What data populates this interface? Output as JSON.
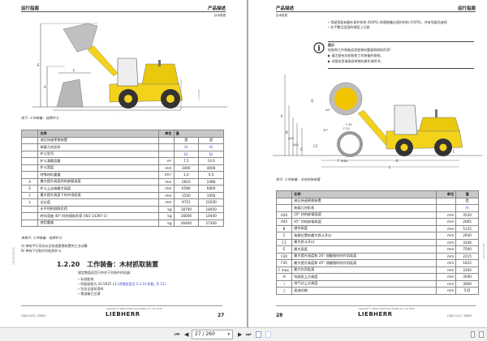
{
  "viewer": {
    "toolbar": {
      "first_page": "first-page",
      "prev_page": "prev-page",
      "page_field": "27 / 260",
      "next_page": "next-page",
      "last_page": "last-page",
      "current_page": 27,
      "total_pages": 260
    }
  },
  "left_page": {
    "header_left": "运行指南",
    "header_right": "产品描述",
    "subheader": "技术数据",
    "figure_labels": [
      "E",
      "A",
      "F",
      "L"
    ],
    "figure_caption": "图 5: 工作装备：轻质铲斗",
    "table": {
      "headers": [
        "",
        "名称",
        "单位",
        "值",
        ""
      ],
      "rows": [
        {
          "code": "",
          "name": "液压快速更换装置",
          "unit": "",
          "v1": "是",
          "v2": "是"
        },
        {
          "code": "",
          "name": "装载几何形状",
          "unit": "",
          "v1": "A)",
          "v2": "A)"
        },
        {
          "code": "",
          "name": "铲斗型号",
          "unit": "",
          "v1": "B)",
          "v2": "B)"
        },
        {
          "code": "",
          "name": "铲斗满载容量",
          "unit": "m³",
          "v1": "7,5",
          "v2": "14,0"
        },
        {
          "code": "",
          "name": "铲斗宽度",
          "unit": "mm",
          "v1": "3400",
          "v2": "4000"
        },
        {
          "code": "",
          "name": "特殊材料重量",
          "unit": "t/m³",
          "v1": "1,0",
          "v2": "0,5"
        },
        {
          "code": "A",
          "name": "最大提升高度时的卸载高度",
          "unit": "mm",
          "v1": "2810",
          "v2": "2480"
        },
        {
          "code": "E",
          "name": "铲斗上边缘最大高度",
          "unit": "mm",
          "v1": "6580",
          "v2": "6800"
        },
        {
          "code": "F",
          "name": "最大提升高度下的作用距离",
          "unit": "mm",
          "v1": "1550",
          "v2": "1950"
        },
        {
          "code": "L",
          "name": "全长度",
          "unit": "mm",
          "v1": "9715",
          "v2": "10200"
        },
        {
          "code": "",
          "name": "水平时的倾斜负荷",
          "unit": "kg",
          "v1": "18700",
          "v2": "18450"
        },
        {
          "code": "",
          "name": "转向弯曲 40° 时的倾斜负荷 (ISO 14397-1)",
          "unit": "kg",
          "v1": "16000",
          "v2": "14400"
        },
        {
          "code": "",
          "name": "使用重量",
          "unit": "kg",
          "v1": "26400",
          "v2": "27300"
        }
      ]
    },
    "table_caption": "表格 6: 工作装备：轻质铲斗",
    "notes": [
      "A)  带有平行导向以及快速更换装置的工业动臂",
      "B)  带有下切削刃的轻质铲斗"
    ],
    "section": {
      "number": "1.2.20",
      "title": "工作装备：木材抓取装置",
      "intro": "规定数值适用于符合下列条件的机器：",
      "items": [
        {
          "text": "标准配电"
        },
        {
          "text": "所配轮胎为 26.5R25 L3 ",
          "link": "(详细信息见:1.2.14 轮胎, 页 21)"
        },
        {
          "text": "包含全部润滑剂"
        },
        {
          "text": "燃油箱已注满"
        }
      ]
    },
    "footer": {
      "copyright": "copyright © Liebherr Machinery (Dalian) Co., Ltd. 2015",
      "brand": "LIEBHERR",
      "doc_id": "L580-1412 / 35893",
      "page_number": "27"
    }
  },
  "right_page": {
    "header_left": "产品描述",
    "header_right": "运行指南",
    "subheader": "技术数据",
    "bullets": [
      "驾驶室配有翻车保护机构 (ROPS) 和落物撞击保护机构 (FOPS)，并有驾驶员座椅",
      "在平整且坚固的地面上行驶"
    ],
    "note": {
      "title": "提示",
      "body": "轮胎和工作装备会改变装料重量和倾斜负荷！",
      "actions": [
        "请注意有关轮胎和工作装备的修装。",
        "详细信息请参阅单独的操作说明书。"
      ]
    },
    "figure_labels": [
      "Q",
      "45°",
      "20°",
      "F 45",
      "F 20",
      "20°",
      "E",
      "B",
      "A20",
      "A45",
      "C",
      "C1",
      "H",
      "I",
      "J",
      "F max.",
      "K",
      "L"
    ],
    "figure_caption": "图 6: 工作装备：木材抓取装置",
    "table": {
      "headers": [
        "",
        "名称",
        "单位",
        "值"
      ],
      "rows": [
        {
          "code": "",
          "name": "液压快速更换装置",
          "unit": "",
          "v1": "是"
        },
        {
          "code": "",
          "name": "装载几何形状",
          "unit": "",
          "v1": "A)"
        },
        {
          "code": "A20",
          "name": "20° 时的卸载高度",
          "unit": "mm",
          "v1": "3520"
        },
        {
          "code": "A45",
          "name": "45° 时的卸载高度",
          "unit": "mm",
          "v1": "2665"
        },
        {
          "code": "B",
          "name": "操作高度",
          "unit": "mm",
          "v1": "5125"
        },
        {
          "code": "C",
          "name": "装载位置的最大抓斗开口",
          "unit": "mm",
          "v1": "2930"
        },
        {
          "code": "C1",
          "name": "最大抓斗开口",
          "unit": "mm",
          "v1": "3340"
        },
        {
          "code": "E",
          "name": "最大高度",
          "unit": "mm",
          "v1": "7500"
        },
        {
          "code": "F20",
          "name": "最大提升高度和 20° 倾翻角时的作用距离",
          "unit": "mm",
          "v1": "2215"
        },
        {
          "code": "F45",
          "name": "最大提升高度和 45° 倾翻角时的作用距离",
          "unit": "mm",
          "v1": "1625"
        },
        {
          "code": "F max.",
          "name": "最大作用距离",
          "unit": "mm",
          "v1": "3160"
        },
        {
          "code": "H",
          "name": "驾驶室上方高度",
          "unit": "mm",
          "v1": "3590"
        },
        {
          "code": "I",
          "name": "排气口上方高度",
          "unit": "mm",
          "v1": "3000"
        },
        {
          "code": "J",
          "name": "离地间隙",
          "unit": "mm",
          "v1": "535"
        }
      ]
    },
    "footer": {
      "copyright": "copyright © Liebherr Machinery (Dalian) Co., Ltd. 2015",
      "brand": "LIEBHERR",
      "doc_id": "L580-1412 / 35893",
      "page_number": "28"
    }
  },
  "colors": {
    "machine_yellow": "#f2d21b",
    "bucket_gray": "#b8b8b8",
    "table_header": "#c8c8c8",
    "link_blue": "#3a3ad6",
    "divider": "#a9a9a9",
    "toolbar_bg": "#f0f0f0"
  }
}
